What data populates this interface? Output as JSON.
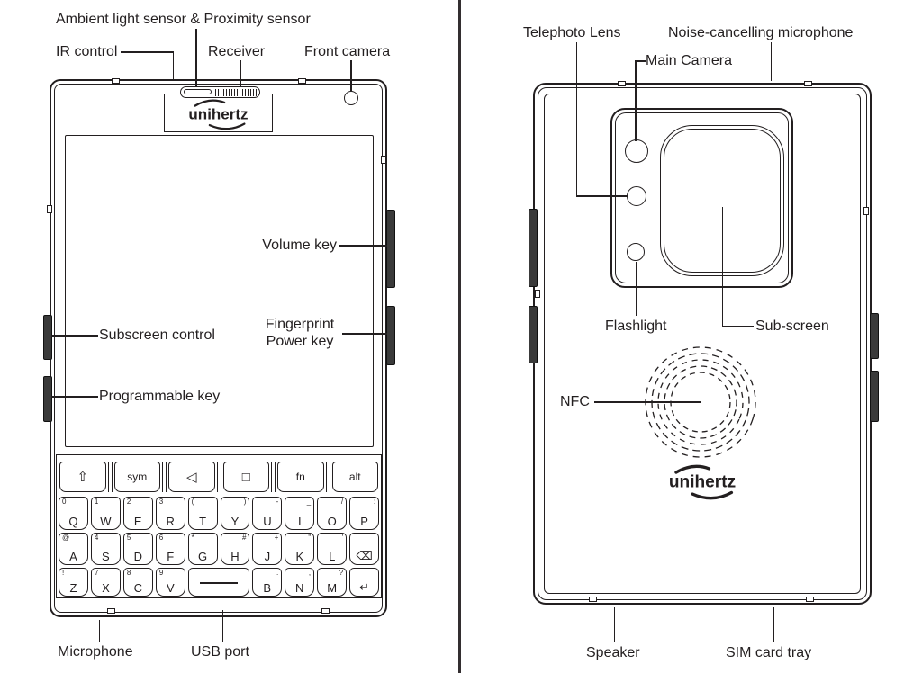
{
  "colors": {
    "ink": "#231f20",
    "background": "#ffffff",
    "side_button_fill": "#3a3a3a"
  },
  "front_view": {
    "logo": "unihertz",
    "labels": {
      "ambient": "Ambient light sensor & Proximity sensor",
      "ir": "IR control",
      "receiver": "Receiver",
      "front_camera": "Front camera",
      "volume": "Volume key",
      "fingerprint_1": "Fingerprint",
      "fingerprint_2": "Power key",
      "subscreen": "Subscreen control",
      "programmable": "Programmable key",
      "microphone": "Microphone",
      "usb": "USB port"
    },
    "keyboard": {
      "function_row": [
        {
          "name": "shift-key",
          "icon": "shift-icon",
          "glyph": "⇧"
        },
        {
          "name": "sym-key",
          "label": "sym"
        },
        {
          "name": "back-key",
          "icon": "back-triangle-icon",
          "glyph": "◁"
        },
        {
          "name": "home-key",
          "icon": "home-square-icon",
          "glyph": "□"
        },
        {
          "name": "fn-key",
          "label": "fn"
        },
        {
          "name": "alt-key",
          "label": "alt"
        }
      ],
      "rows": [
        [
          {
            "sup": "0",
            "main": "Q"
          },
          {
            "sup": "1",
            "main": "W"
          },
          {
            "sup": "2",
            "main": "E"
          },
          {
            "sup": "3",
            "main": "R"
          },
          {
            "sup": "(",
            "main": "T"
          },
          {
            "sup": ")",
            "main": "Y"
          },
          {
            "sup": "-",
            "main": "U"
          },
          {
            "sup": "_",
            "main": "I"
          },
          {
            "sup": "/",
            "main": "O"
          },
          {
            "sup": ":",
            "main": "P"
          }
        ],
        [
          {
            "sup": "@",
            "main": "A"
          },
          {
            "sup": "4",
            "main": "S"
          },
          {
            "sup": "5",
            "main": "D"
          },
          {
            "sup": "6",
            "main": "F"
          },
          {
            "sup": "*",
            "main": "G"
          },
          {
            "sup": "#",
            "main": "H"
          },
          {
            "sup": "+",
            "main": "J"
          },
          {
            "sup": "\"",
            "main": "K"
          },
          {
            "sup": "'",
            "main": "L"
          },
          {
            "main": "⌫",
            "type": "backspace"
          }
        ],
        [
          {
            "sup": "!",
            "main": "Z"
          },
          {
            "sup": "7",
            "main": "X"
          },
          {
            "sup": "8",
            "main": "C"
          },
          {
            "sup": "9",
            "main": "V"
          },
          {
            "main": "—",
            "type": "space"
          },
          {
            "sup": ".",
            "main": "B"
          },
          {
            "sup": ",",
            "main": "N"
          },
          {
            "sup": "?",
            "main": "M"
          },
          {
            "main": "↵",
            "type": "enter"
          }
        ]
      ]
    }
  },
  "back_view": {
    "logo": "unihertz",
    "labels": {
      "telephoto": "Telephoto Lens",
      "noise_mic": "Noise-cancelling microphone",
      "main_camera": "Main Camera",
      "flashlight": "Flashlight",
      "subscreen": "Sub-screen",
      "nfc": "NFC",
      "speaker": "Speaker",
      "sim": "SIM card tray"
    }
  }
}
